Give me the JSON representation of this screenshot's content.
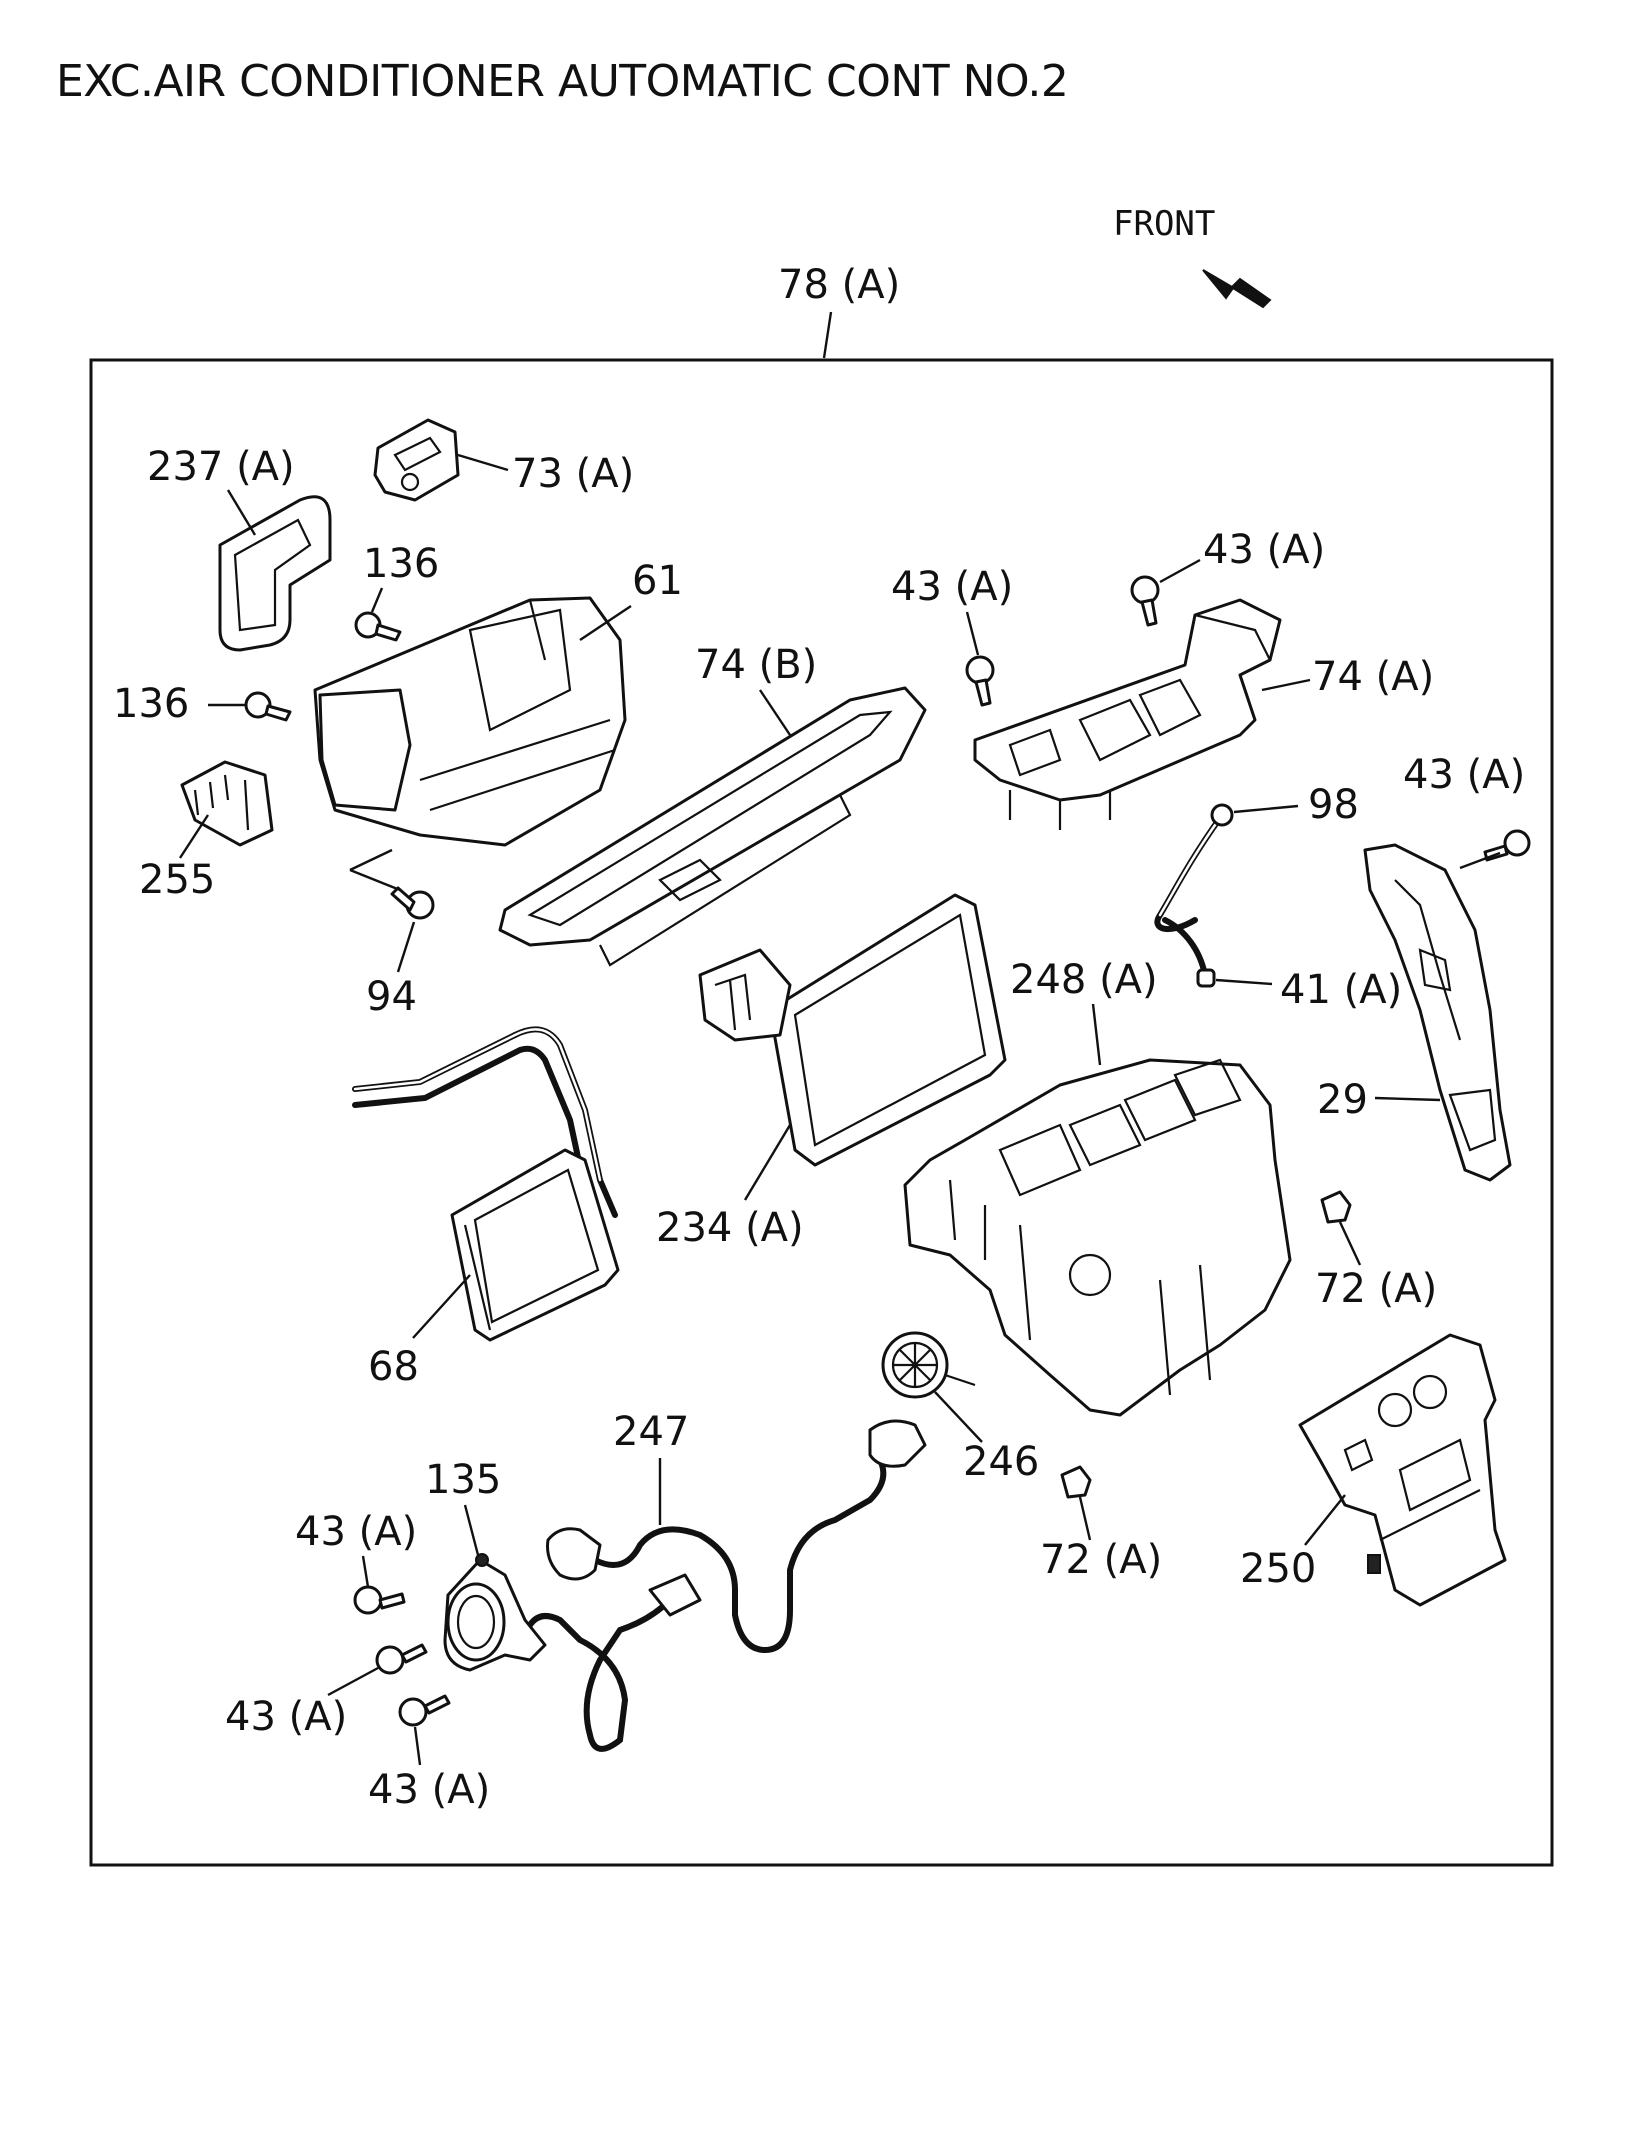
{
  "title": "EXC.AIR CONDITIONER AUTOMATIC CONT NO.2",
  "front_label": "FRONT",
  "assembly_label": "78 (A)",
  "callouts": {
    "c237a": "237 (A)",
    "c73a": "73 (A)",
    "c136_top": "136",
    "c136_left": "136",
    "c61": "61",
    "c74b": "74 (B)",
    "c43a_mid": "43 (A)",
    "c43a_top": "43 (A)",
    "c74a": "74 (A)",
    "c255": "255",
    "c94": "94",
    "c98": "98",
    "c43a_right": "43 (A)",
    "c248a": "248 (A)",
    "c41a": "41 (A)",
    "c29": "29",
    "c234a": "234 (A)",
    "c68": "68",
    "c72a_right": "72 (A)",
    "c247": "247",
    "c135": "135",
    "c246": "246",
    "c43a_bl1": "43 (A)",
    "c72a_bottom": "72 (A)",
    "c250": "250",
    "c43a_bl2": "43 (A)",
    "c43a_bl3": "43 (A)"
  }
}
